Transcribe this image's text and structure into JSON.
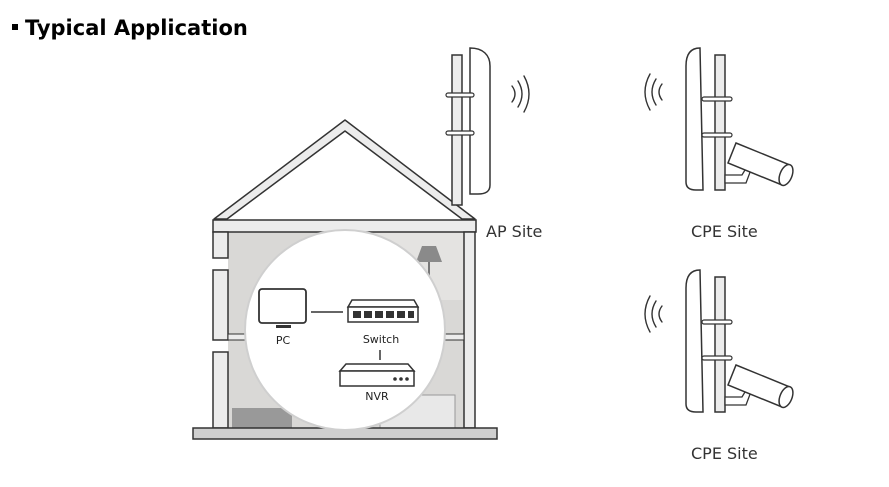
{
  "heading": "Typical Application",
  "sites": {
    "ap": "AP Site",
    "cpe_top": "CPE Site",
    "cpe_bottom": "CPE Site"
  },
  "devices": {
    "pc": "PC",
    "switch": "Switch",
    "nvr": "NVR"
  },
  "colors": {
    "line": "#333333",
    "house_wall": "#e9e9e9",
    "interior": "#d5d4d2",
    "circle_fill": "#ffffff",
    "floor": "#cfcfcf"
  }
}
